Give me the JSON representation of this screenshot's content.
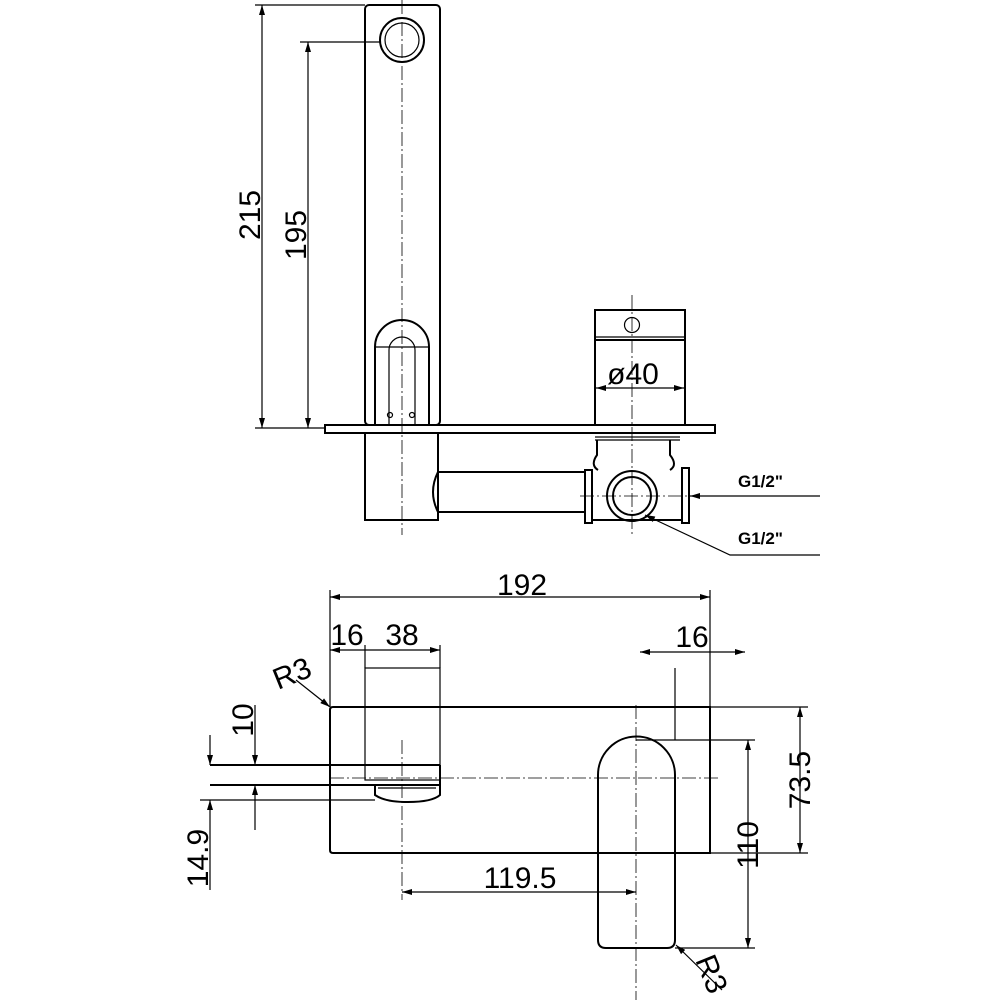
{
  "title": "Wall mixer with spout - dimension drawing",
  "side_view": {
    "dim_total_height": "215",
    "dim_outlet_height": "195",
    "dim_handle_diameter": "ø40",
    "inlet_1": "G1/2\"",
    "inlet_2": "G1/2\""
  },
  "plan_view": {
    "dim_overall_width": "192",
    "dim_left_offset": "16",
    "dim_spout_body": "38",
    "dim_right_offset": "16",
    "radius_top": "R3",
    "radius_bottom": "R3",
    "dim_spout_thickness": "10",
    "dim_spout_outlet": "14.9",
    "dim_plate_height": "73.5",
    "dim_handle_length": "110",
    "dim_centers": "119.5"
  }
}
